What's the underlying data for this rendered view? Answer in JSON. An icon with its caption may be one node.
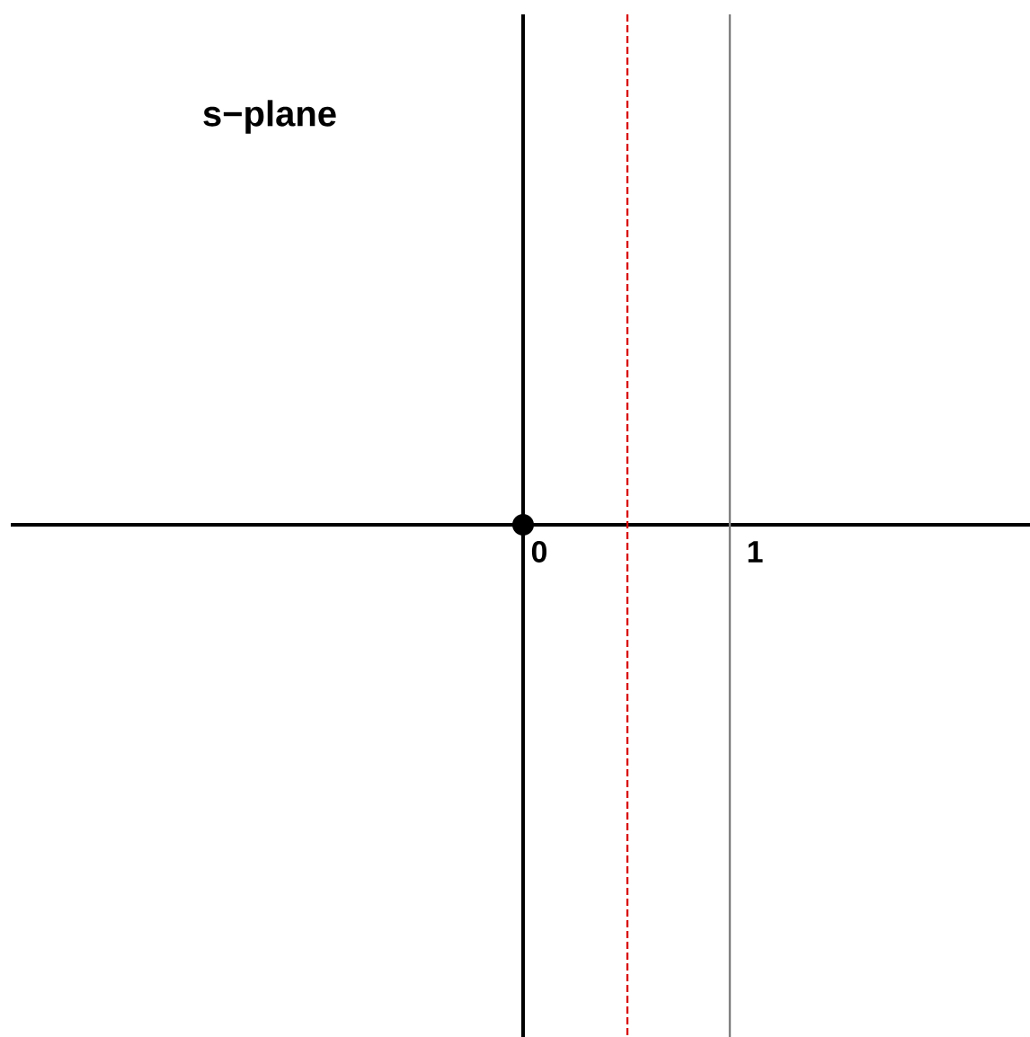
{
  "diagram": {
    "labels": [
      "s−plane",
      "0",
      "1"
    ]
  }
}
